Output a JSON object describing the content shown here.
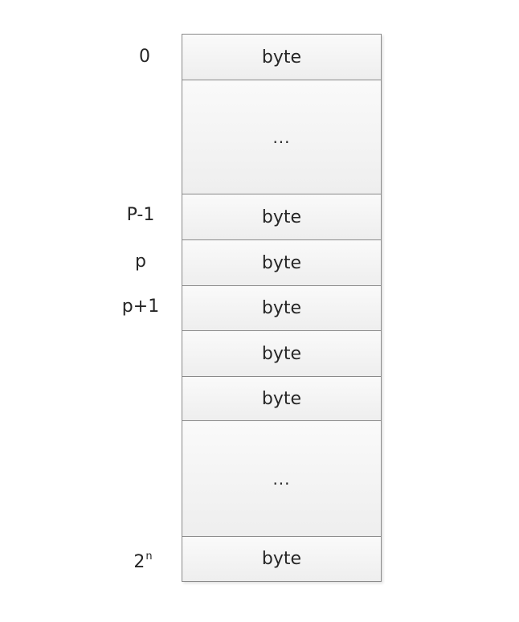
{
  "cells": [
    {
      "label": "byte"
    },
    {
      "label": "..."
    },
    {
      "label": "byte"
    },
    {
      "label": "byte"
    },
    {
      "label": "byte"
    },
    {
      "label": "byte"
    },
    {
      "label": "byte"
    },
    {
      "label": "..."
    },
    {
      "label": "byte"
    }
  ],
  "addresses": {
    "first": "0",
    "p_minus_1": "P-1",
    "p": "p",
    "p_plus_1": "p+1",
    "last_base": "2",
    "last_exponent": "n"
  }
}
